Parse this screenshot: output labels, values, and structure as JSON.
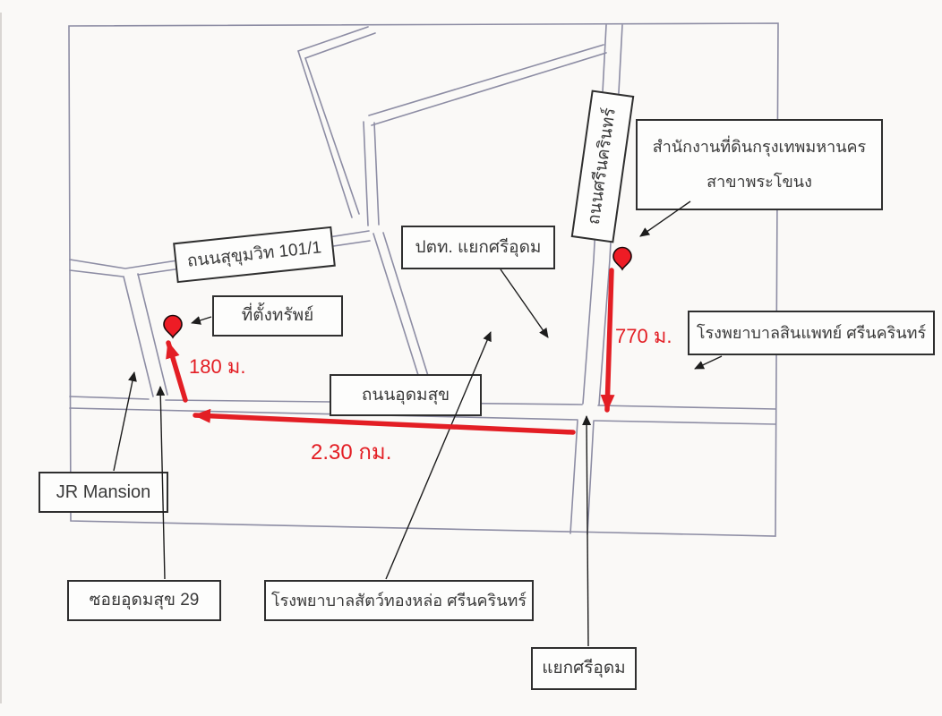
{
  "map": {
    "title_hint": "hand-drawn location sketch map",
    "road_labels": {
      "sukhumvit": "ถนนสุขุมวิท 101/1",
      "srinakarin": "ถนนศรีนครินทร์",
      "udomsuk": "ถนนอุดมสุข"
    },
    "place_labels": {
      "land_office_line1": "สำนักงานที่ดินกรุงเทพมหานคร",
      "land_office_line2": "สาขาพระโขนง",
      "ptt": "ปตท. แยกศรีอุดม",
      "property": "ที่ตั้งทรัพย์",
      "sinpaet_hospital": "โรงพยาบาลสินแพทย์ ศรีนครินทร์",
      "jr_mansion": "JR Mansion",
      "soi_udomsuk_29": "ซอยอุดมสุข 29",
      "animal_hospital": "โรงพยาบาลสัตว์ทองหล่อ ศรีนครินทร์",
      "sri_udom_intersection": "แยกศรีอุดม"
    },
    "distance_labels": {
      "soi_to_property": "180 ม.",
      "srinakarin_to_land_office": "770 ม.",
      "along_udomsuk": "2.30 กม."
    },
    "markers": {
      "property_pin": "location-pin",
      "land_office_pin": "location-pin"
    },
    "colors": {
      "paper": "#faf9f7",
      "road_line": "#8d8da4",
      "frame_line": "#8d8da4",
      "route_red": "#e31e24",
      "pin_fill": "#ee1c25",
      "connector_black": "#1d1d1d",
      "box_border": "#2f2f2f",
      "text": "#3a3a3a"
    }
  }
}
